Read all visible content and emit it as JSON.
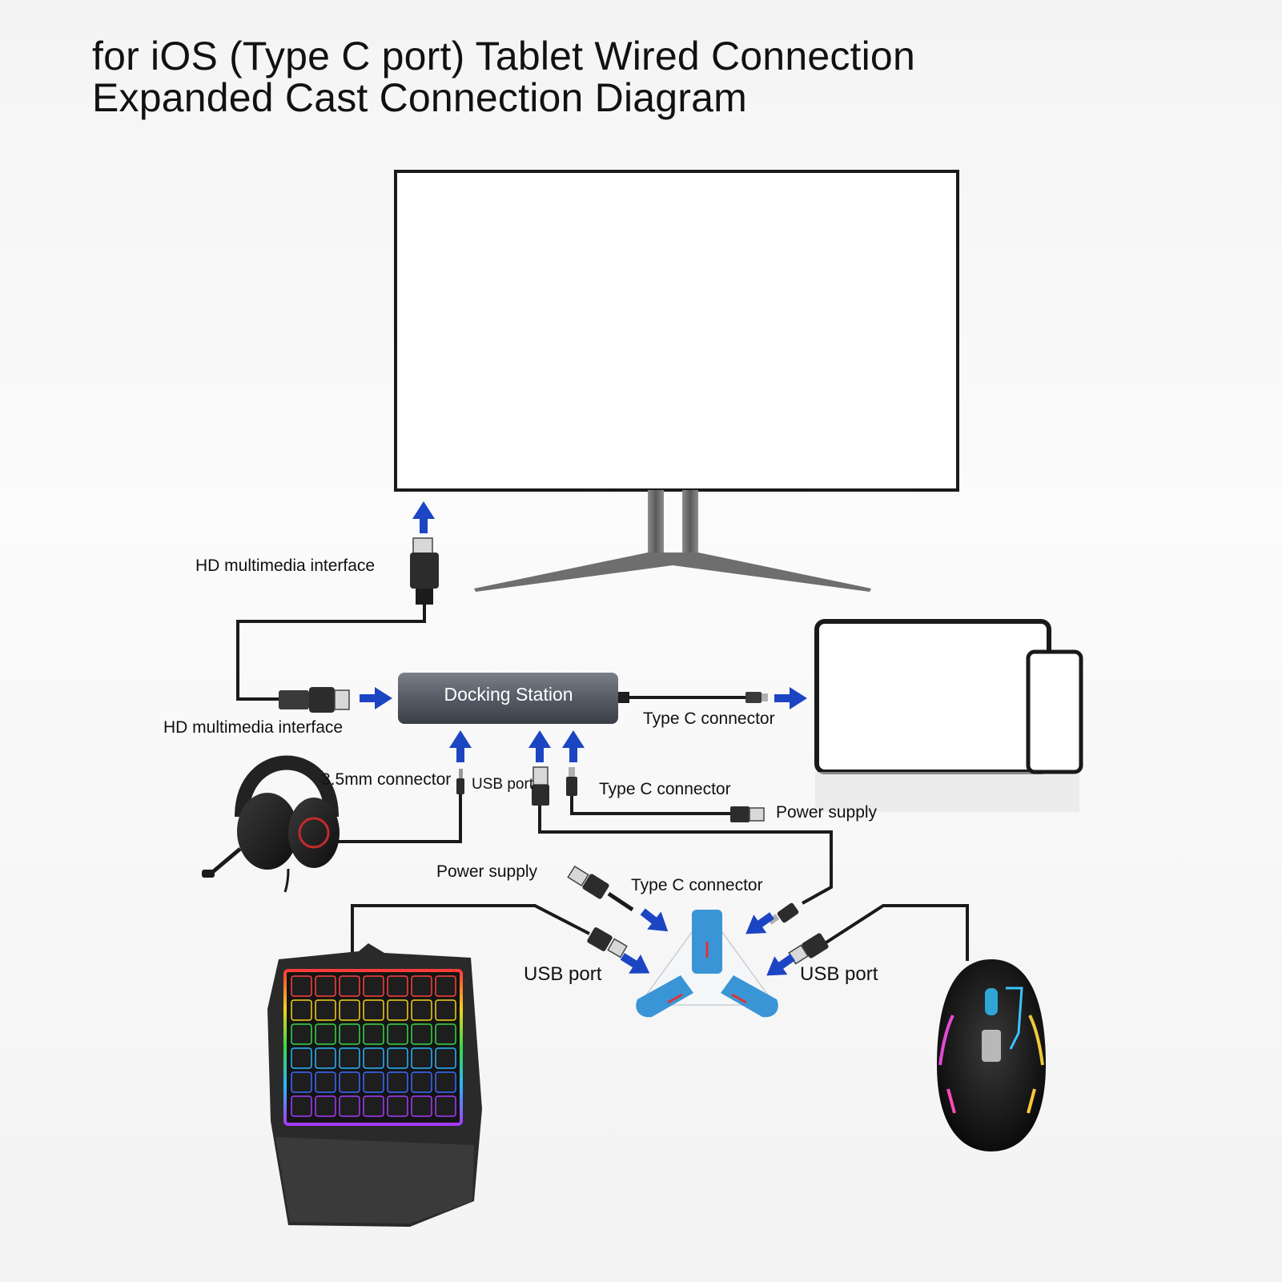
{
  "title": {
    "line1": "for iOS (Type C port) Tablet Wired Connection",
    "line2": "Expanded Cast Connection Diagram"
  },
  "dock": {
    "label": "Docking Station"
  },
  "labels": {
    "hd_top": "HD multimedia interface",
    "hd_bottom": "HD multimedia interface",
    "typec_tablet": "Type C connector",
    "audio": "3.5mm connector",
    "usb_dock": "USB port",
    "typec_power": "Type C connector",
    "power_right": "Power supply",
    "power_left": "Power supply",
    "typec_converter": "Type C connector",
    "usb_left": "USB port",
    "usb_right": "USB port"
  },
  "colors": {
    "arrow": "#1c45c4",
    "cable": "#1a1a1a",
    "converter": "#3a95d6",
    "dock": "#555b66"
  },
  "icons": {
    "monitor": "monitor-icon",
    "tablet": "tablet-icon",
    "phone": "phone-icon",
    "headset": "headset-icon",
    "keyboard": "keyboard-icon",
    "mouse": "mouse-icon",
    "converter": "converter-icon"
  }
}
